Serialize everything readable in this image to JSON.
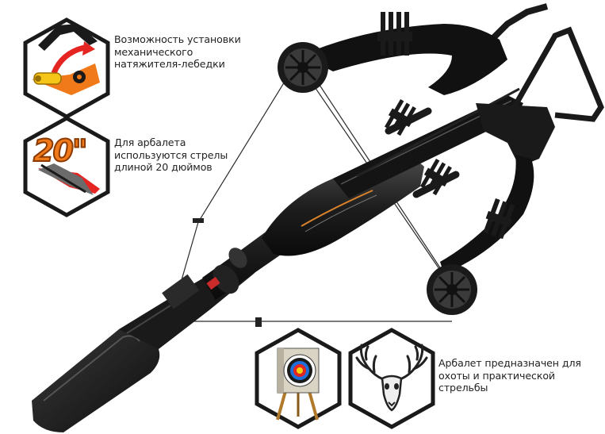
{
  "features": [
    {
      "icon": "winch-cocking-icon",
      "text": "Возможность установки\nмеханического\nнатяжителя-лебедки"
    },
    {
      "icon": "arrow-20-inch-icon",
      "badge": "20\"",
      "text": "Для арбалета\nиспользуются стрелы\nдлиной 20 дюймов"
    },
    {
      "icon": "target-icon",
      "text": ""
    },
    {
      "icon": "deer-skull-icon",
      "text": "Арбалет предназначен для\nохоты и практической\nстрельбы"
    }
  ],
  "colors": {
    "accent": "#f07a1a",
    "accent_dark": "#d85a0c",
    "red": "#e42521",
    "frame": "#1a1a1a"
  }
}
